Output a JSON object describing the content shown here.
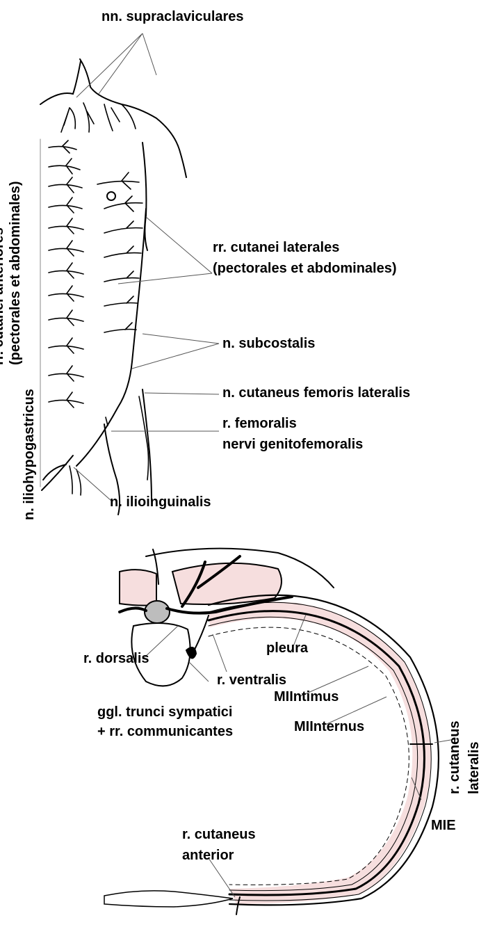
{
  "top_figure": {
    "labels": {
      "supraclaviculares": "nn. supraclaviculares",
      "cutanei_laterales_1": "rr. cutanei laterales",
      "cutanei_laterales_2": "(pectorales et abdominales)",
      "subcostalis": "n. subcostalis",
      "cutaneus_femoris": "n. cutaneus femoris lateralis",
      "femoralis_1": "r. femoralis",
      "femoralis_2": "nervi genitofemoralis",
      "ilioinguinalis": "n. ilioinguinalis",
      "iliohypogastricus": "n. iliohypogastricus",
      "cutanei_anteriores_1": "rr. cutanei anteriores",
      "cutanei_anteriores_2": "(pectorales et abdominales)"
    }
  },
  "bottom_figure": {
    "labels": {
      "dorsalis": "r. dorsalis",
      "pleura": "pleura",
      "ventralis": "r. ventralis",
      "intimus": "MIIntimus",
      "internus": "MIInternus",
      "ggl_1": "ggl. trunci sympatici",
      "ggl_2": "+ rr. communicantes",
      "cut_lat_1": "r. cutaneus",
      "cut_lat_2": "lateralis",
      "cut_ant_1": "r. cutaneus",
      "cut_ant_2": "anterior",
      "mie": "MIE"
    }
  },
  "colors": {
    "muscle_fill": "#f6dede",
    "line": "#000000",
    "leader": "#555555",
    "cord": "#bdbdbd"
  }
}
